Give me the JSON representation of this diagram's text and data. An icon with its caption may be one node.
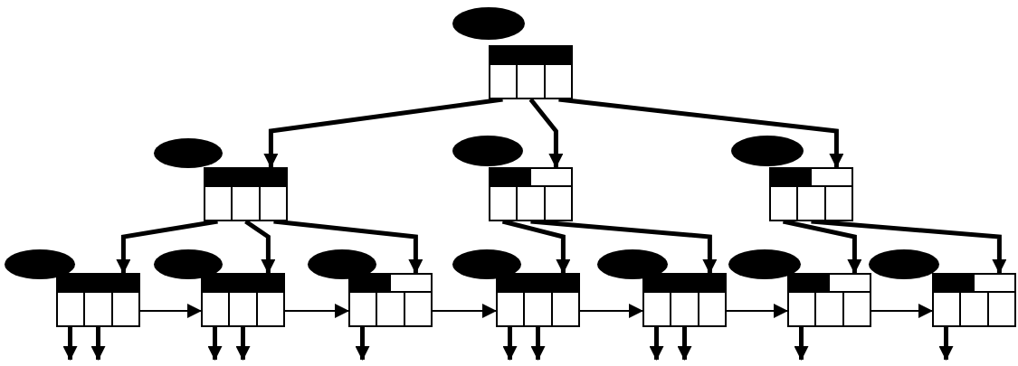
{
  "diagram": {
    "nodes": [
      {
        "text": [],
        "shape": "box"
      },
      {
        "text": [],
        "shape": "box"
      },
      {
        "text": [],
        "shape": "box"
      },
      {
        "text": [],
        "shape": "box"
      },
      {
        "text": [],
        "shape": "box"
      },
      {
        "text": [],
        "shape": "box"
      },
      {
        "text": [],
        "shape": "box"
      },
      {
        "text": [],
        "shape": "box"
      },
      {
        "text": [],
        "shape": "box"
      },
      {
        "text": [],
        "shape": "box"
      },
      {
        "text": [],
        "shape": "box"
      },
      {
        "text": [],
        "shape": "ellipse"
      },
      {
        "text": [],
        "shape": "ellipse"
      },
      {
        "text": [],
        "shape": "ellipse"
      },
      {
        "text": [],
        "shape": "ellipse"
      },
      {
        "text": [],
        "shape": "ellipse"
      },
      {
        "text": [],
        "shape": "ellipse"
      },
      {
        "text": [],
        "shape": "ellipse"
      },
      {
        "text": [],
        "shape": "ellipse"
      },
      {
        "text": [],
        "shape": "ellipse"
      },
      {
        "text": [],
        "shape": "ellipse"
      },
      {
        "text": [],
        "shape": "ellipse"
      }
    ],
    "edges": [
      {
        "from": 0,
        "to": 1,
        "arrow": "to"
      },
      {
        "from": 0,
        "to": 2,
        "arrow": "to"
      },
      {
        "from": 0,
        "to": 3,
        "arrow": "to"
      },
      {
        "from": 1,
        "to": 4,
        "arrow": "to"
      },
      {
        "from": 1,
        "to": 5,
        "arrow": "to"
      },
      {
        "from": 1,
        "to": 6,
        "arrow": "to"
      },
      {
        "from": 2,
        "to": 7,
        "arrow": "to"
      },
      {
        "from": 2,
        "to": 8,
        "arrow": "to"
      },
      {
        "from": 3,
        "to": 9,
        "arrow": "to"
      },
      {
        "from": 3,
        "to": 10,
        "arrow": "to"
      },
      {
        "from": 4,
        "to": 5,
        "arrow": "to"
      },
      {
        "from": 5,
        "to": 6,
        "arrow": "to"
      },
      {
        "from": 6,
        "to": 7,
        "arrow": "to"
      },
      {
        "from": 7,
        "to": 8,
        "arrow": "to"
      },
      {
        "from": 8,
        "to": 9,
        "arrow": "to"
      },
      {
        "from": 9,
        "to": 10,
        "arrow": "to"
      },
      {
        "from": 4,
        "to": null,
        "arrow": "to"
      },
      {
        "from": 4,
        "to": null,
        "arrow": "to"
      },
      {
        "from": 5,
        "to": null,
        "arrow": "to"
      },
      {
        "from": 5,
        "to": null,
        "arrow": "to"
      },
      {
        "from": 6,
        "to": null,
        "arrow": "to"
      },
      {
        "from": 7,
        "to": null,
        "arrow": "to"
      },
      {
        "from": 7,
        "to": null,
        "arrow": "to"
      },
      {
        "from": 8,
        "to": null,
        "arrow": "to"
      },
      {
        "from": 8,
        "to": null,
        "arrow": "to"
      },
      {
        "from": 9,
        "to": null,
        "arrow": "to"
      },
      {
        "from": 10,
        "to": null,
        "arrow": "to"
      }
    ]
  }
}
